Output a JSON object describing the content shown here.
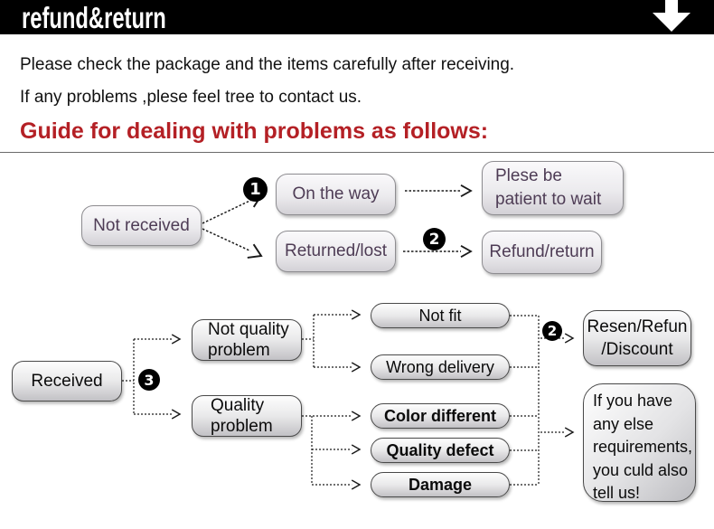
{
  "banner": {
    "title": "refund&return"
  },
  "intro": {
    "line1": "Please check the package and the items carefully after receiving.",
    "line2": "If any problems ,plese feel tree to contact us."
  },
  "heading": {
    "text": "Guide for dealing with problems as follows:"
  },
  "colors": {
    "banner_bg": "#000000",
    "heading_red": "#b42025",
    "flow1_text": "#4e3c55",
    "flow2_text": "#0b0b0b",
    "box_fill_top": "#fafafa",
    "box_fill_bottom": "#c2c1c5"
  },
  "flow1": {
    "not_received": "Not received",
    "badge1": "1",
    "on_the_way": "On the way",
    "returned_lost": "Returned/lost",
    "badge2": "2",
    "patient_line1": "Plese be",
    "patient_line2": "patient to wait",
    "refund_return": "Refund/return"
  },
  "flow2": {
    "received": "Received",
    "badge3": "3",
    "not_quality_line1": "Not quality",
    "not_quality_line2": "problem",
    "quality_line1": "Quality",
    "quality_line2": "problem",
    "not_fit": "Not fit",
    "wrong_delivery": "Wrong delivery",
    "color_different": "Color different",
    "quality_defect": "Quality defect",
    "damage": "Damage",
    "badge2": "2",
    "resen_line1": "Resen/Refun",
    "resen_line2": "/Discount",
    "note": [
      "If you have",
      "any else",
      "requirements,",
      "you culd also",
      "tell us!"
    ]
  }
}
